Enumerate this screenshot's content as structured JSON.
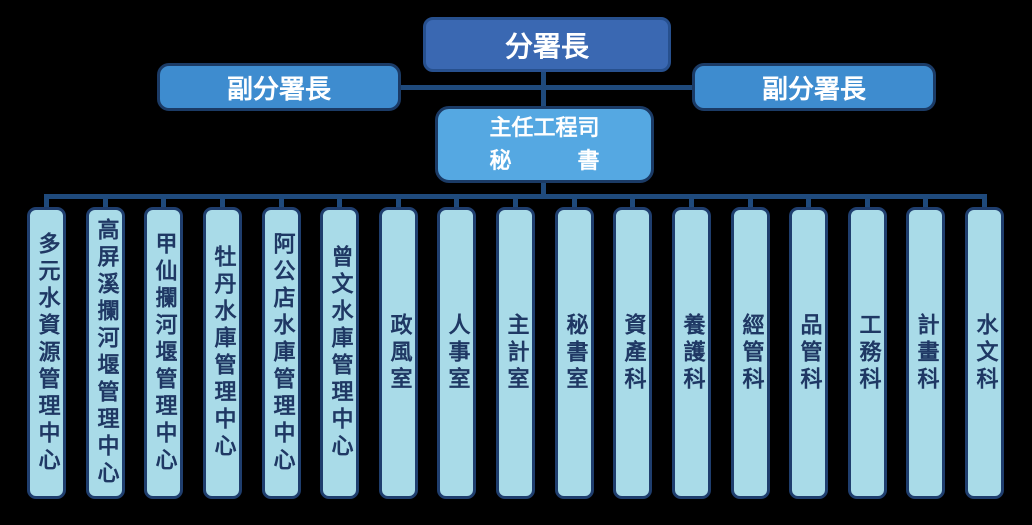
{
  "org": {
    "director": {
      "label": "分署長"
    },
    "deputies": [
      {
        "label": "副分署長"
      },
      {
        "label": "副分署長"
      }
    ],
    "chief": {
      "line1": "主任工程司",
      "line2": "秘　　　書"
    },
    "departments": [
      {
        "label": "多元水資源管理中心"
      },
      {
        "label": "高屏溪攔河堰管理中心"
      },
      {
        "label": "甲仙攔河堰管理中心"
      },
      {
        "label": "牡丹水庫管理中心"
      },
      {
        "label": "阿公店水庫管理中心"
      },
      {
        "label": "曾文水庫管理中心"
      },
      {
        "label": "政風室"
      },
      {
        "label": "人事室"
      },
      {
        "label": "主計室"
      },
      {
        "label": "秘書室"
      },
      {
        "label": "資產科"
      },
      {
        "label": "養護科"
      },
      {
        "label": "經管科"
      },
      {
        "label": "品管科"
      },
      {
        "label": "工務科"
      },
      {
        "label": "計畫科"
      },
      {
        "label": "水文科"
      }
    ]
  },
  "colors": {
    "background": "#000000",
    "director_fill": "#3A68B2",
    "director_border": "#27508E",
    "deputy_fill": "#3E8CCF",
    "chief_fill": "#55A8E2",
    "dark_border": "#1B3B66",
    "department_fill": "#A9DBE8",
    "department_border": "#1F3E6E",
    "department_text": "#1F3864",
    "connector": "#1F4A7C",
    "node_text": "#FFFFFF"
  }
}
